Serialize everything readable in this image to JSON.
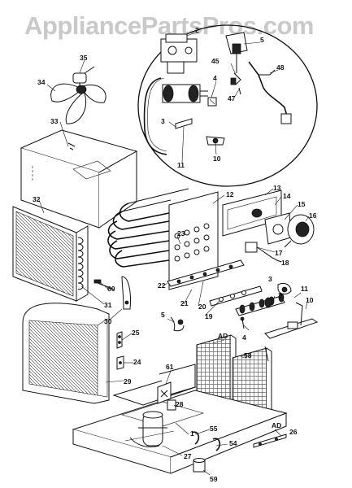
{
  "watermark": "AppliancePartsPros.com",
  "callouts": {
    "c1": "1",
    "c2": "2",
    "c2b": "2",
    "c3": "3",
    "c3b": "3",
    "c4": "4",
    "c4b": "4",
    "c5": "5",
    "c5b": "5",
    "c10": "10",
    "c10b": "10",
    "c11": "11",
    "c11b": "11",
    "c12": "12",
    "c13": "13",
    "c14": "14",
    "c15": "15",
    "c16": "16",
    "c17": "17",
    "c18": "18",
    "c19": "19",
    "c20": "20",
    "c21": "21",
    "c22": "22",
    "c23": "23",
    "c24": "24",
    "c25": "25",
    "c26": "26",
    "c27": "27",
    "c28": "28",
    "c29": "29",
    "c30": "30",
    "c31": "31",
    "c32": "32",
    "c33": "33",
    "c34": "34",
    "c35": "35",
    "c45": "45",
    "c47": "47",
    "c48": "48",
    "c54": "54",
    "c55": "55",
    "c58": "58",
    "c59": "59",
    "c60": "60",
    "c61": "61",
    "cAD1": "AD",
    "cAD2": "AD"
  }
}
